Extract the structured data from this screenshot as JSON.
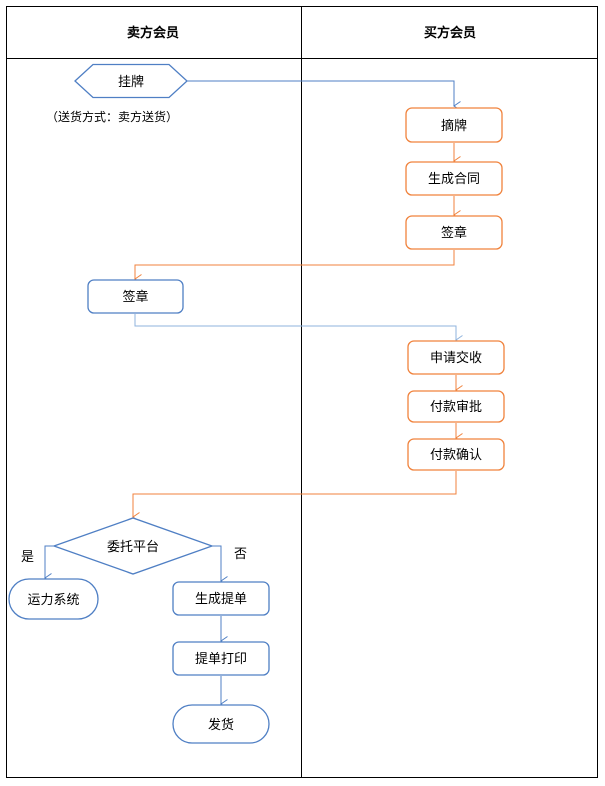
{
  "lanes": {
    "seller": "卖方会员",
    "buyer": "买方会员"
  },
  "nodes": {
    "list": "挂牌",
    "delivery_note": "（送货方式：卖方送货）",
    "delist": "摘牌",
    "gen_contract": "生成合同",
    "buyer_sign": "签章",
    "seller_sign": "签章",
    "apply_delivery": "申请交收",
    "pay_approve": "付款审批",
    "pay_confirm": "付款确认",
    "decision": "委托平台",
    "yes": "是",
    "no": "否",
    "transport": "运力系统",
    "gen_bill": "生成提单",
    "print_bill": "提单打印",
    "ship": "发货"
  },
  "colors": {
    "seller_node": "#4f7fc4",
    "buyer_node": "#f0823c",
    "seller_arrow": "#4f7fc4",
    "buyer_arrow": "#f0823c",
    "light_arrow": "#8fb3dd",
    "border": "#000000"
  }
}
